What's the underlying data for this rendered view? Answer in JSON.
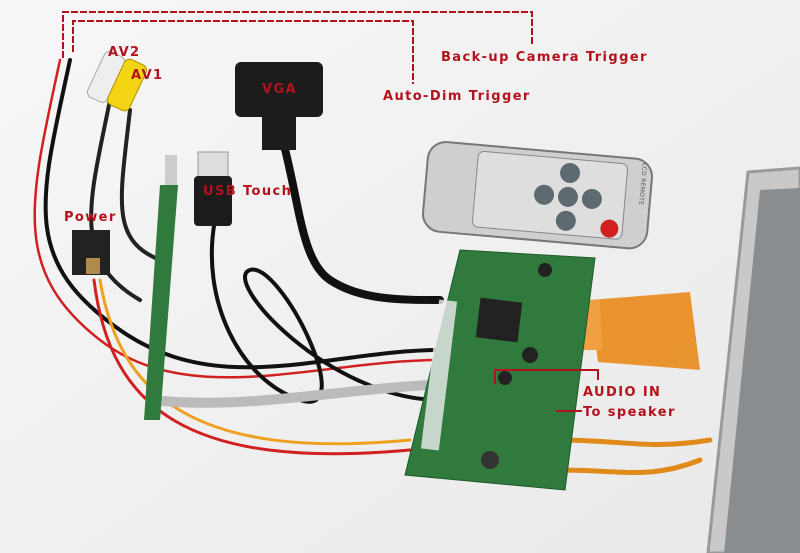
{
  "labels": {
    "backup_camera": "Back-up Camera Trigger",
    "auto_dim": "Auto-Dim Trigger",
    "av2": "AV2",
    "av1": "AV1",
    "vga": "VGA",
    "usb_touch": "USB Touch",
    "power": "Power",
    "audio_in": "AUDIO IN",
    "to_speaker": "To speaker"
  },
  "remote_brand": "LCD REMOTE",
  "colors": {
    "label": "#b3121c",
    "pcb": "#2f7a3c",
    "flex": "#e8891a"
  }
}
